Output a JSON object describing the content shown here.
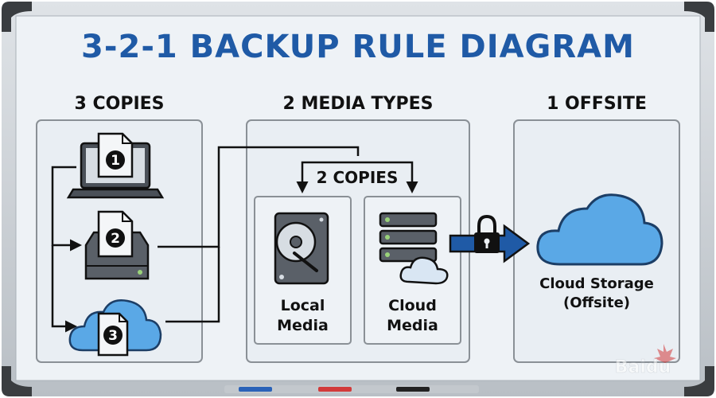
{
  "diagram": {
    "title": "3-2-1 BACKUP RULE DIAGRAM",
    "columns": [
      {
        "heading": "3 COPIES"
      },
      {
        "heading": "2 MEDIA TYPES"
      },
      {
        "heading": "1 OFFSITE"
      }
    ],
    "copies": {
      "badges": [
        "1",
        "2",
        "3"
      ],
      "devices": [
        "laptop-icon",
        "hard-drive-icon",
        "cloud-icon"
      ]
    },
    "media": {
      "bracket_label": "2 COPIES",
      "local": {
        "line1": "Local",
        "line2": "Media",
        "icon": "hard-disk-icon"
      },
      "cloud": {
        "line1": "Cloud",
        "line2": "Media",
        "icon": "server-cloud-icon"
      }
    },
    "transfer_icon": "lock-icon",
    "offsite": {
      "line1": "Cloud Storage",
      "line2": "(Offsite)",
      "icon": "cloud-icon"
    },
    "watermark": "Baidu",
    "colors": {
      "title": "#1f5aa6",
      "accent_blue": "#3f8fd8",
      "cloud_fill": "#5aa8e6",
      "panel_bg": "#e9eef3",
      "frame": "#c9ced3",
      "marker_blue": "#2a62b8",
      "marker_red": "#d23a3a",
      "marker_black": "#222222"
    }
  }
}
